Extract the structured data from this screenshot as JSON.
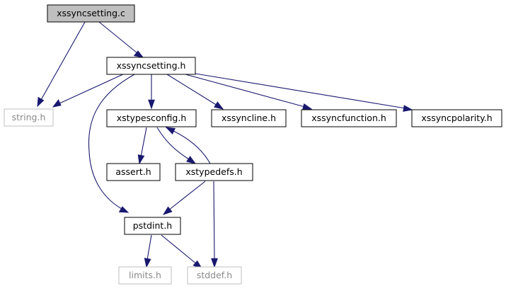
{
  "diagram": {
    "nodes": [
      {
        "id": "xssyncsetting_c",
        "label": "xssyncsetting.c",
        "kind": "root"
      },
      {
        "id": "xssyncsetting_h",
        "label": "xssyncsetting.h",
        "kind": "local"
      },
      {
        "id": "string_h",
        "label": "string.h",
        "kind": "system"
      },
      {
        "id": "xstypesconfig_h",
        "label": "xstypesconfig.h",
        "kind": "local"
      },
      {
        "id": "xssyncline_h",
        "label": "xssyncline.h",
        "kind": "local"
      },
      {
        "id": "xssyncfunction_h",
        "label": "xssyncfunction.h",
        "kind": "local"
      },
      {
        "id": "xssyncpolarity_h",
        "label": "xssyncpolarity.h",
        "kind": "local"
      },
      {
        "id": "assert_h",
        "label": "assert.h",
        "kind": "local"
      },
      {
        "id": "xstypedefs_h",
        "label": "xstypedefs.h",
        "kind": "local"
      },
      {
        "id": "pstdint_h",
        "label": "pstdint.h",
        "kind": "local"
      },
      {
        "id": "limits_h",
        "label": "limits.h",
        "kind": "system"
      },
      {
        "id": "stddef_h",
        "label": "stddef.h",
        "kind": "system"
      }
    ],
    "edges": [
      {
        "from": "xssyncsetting_c",
        "to": "string_h"
      },
      {
        "from": "xssyncsetting_c",
        "to": "xssyncsetting_h"
      },
      {
        "from": "xssyncsetting_h",
        "to": "string_h"
      },
      {
        "from": "xssyncsetting_h",
        "to": "pstdint_h"
      },
      {
        "from": "xssyncsetting_h",
        "to": "xstypesconfig_h"
      },
      {
        "from": "xssyncsetting_h",
        "to": "xssyncline_h"
      },
      {
        "from": "xssyncsetting_h",
        "to": "xssyncfunction_h"
      },
      {
        "from": "xssyncsetting_h",
        "to": "xssyncpolarity_h"
      },
      {
        "from": "xstypesconfig_h",
        "to": "assert_h"
      },
      {
        "from": "xstypesconfig_h",
        "to": "xstypedefs_h"
      },
      {
        "from": "xstypedefs_h",
        "to": "xstypesconfig_h"
      },
      {
        "from": "xstypedefs_h",
        "to": "pstdint_h"
      },
      {
        "from": "xstypedefs_h",
        "to": "stddef_h"
      },
      {
        "from": "pstdint_h",
        "to": "limits_h"
      },
      {
        "from": "pstdint_h",
        "to": "stddef_h"
      }
    ]
  },
  "colors": {
    "root_fill": "#bfbfbf",
    "box_stroke": "#000000",
    "system_stroke": "#bfbfbf",
    "system_text": "#8a8a8a",
    "edge": "#191970"
  }
}
